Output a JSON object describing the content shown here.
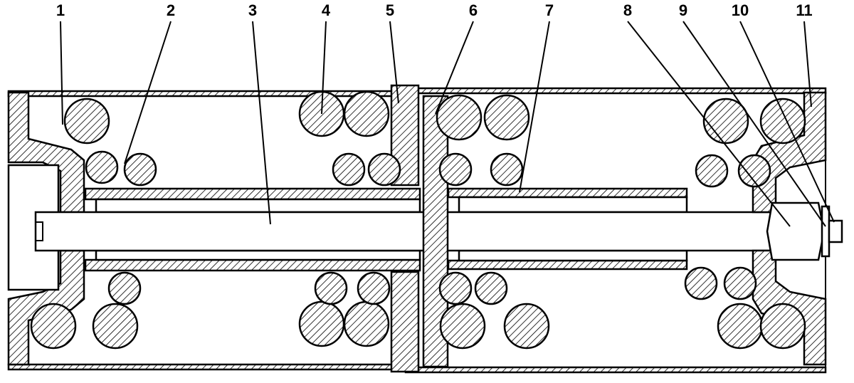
{
  "figure": {
    "labels": [
      "1",
      "2",
      "3",
      "4",
      "5",
      "6",
      "7",
      "8",
      "9",
      "10",
      "11"
    ]
  }
}
